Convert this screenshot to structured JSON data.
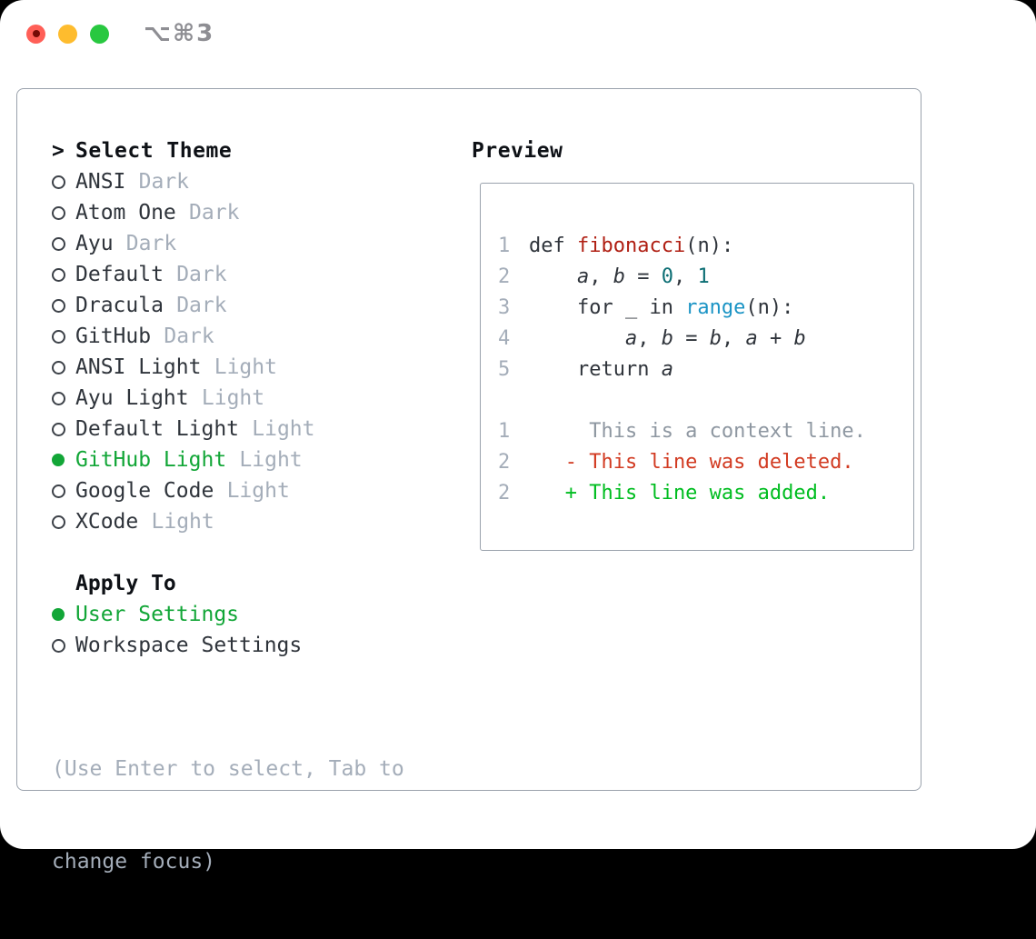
{
  "window": {
    "shortcut": "⌥⌘3",
    "traffic_lights": [
      "close",
      "minimize",
      "zoom"
    ]
  },
  "theme_panel": {
    "title_marker": ">",
    "title": "Select Theme",
    "items": [
      {
        "label": "ANSI",
        "tag": "Dark",
        "selected": false
      },
      {
        "label": "Atom One",
        "tag": "Dark",
        "selected": false
      },
      {
        "label": "Ayu",
        "tag": "Dark",
        "selected": false
      },
      {
        "label": "Default",
        "tag": "Dark",
        "selected": false
      },
      {
        "label": "Dracula",
        "tag": "Dark",
        "selected": false
      },
      {
        "label": "GitHub",
        "tag": "Dark",
        "selected": false
      },
      {
        "label": "ANSI Light",
        "tag": "Light",
        "selected": false
      },
      {
        "label": "Ayu Light",
        "tag": "Light",
        "selected": false
      },
      {
        "label": "Default Light",
        "tag": "Light",
        "selected": false
      },
      {
        "label": "GitHub Light",
        "tag": "Light",
        "selected": true
      },
      {
        "label": "Google Code",
        "tag": "Light",
        "selected": false
      },
      {
        "label": "XCode",
        "tag": "Light",
        "selected": false
      }
    ],
    "apply_to": {
      "title": "Apply To",
      "options": [
        {
          "label": "User Settings",
          "selected": true
        },
        {
          "label": "Workspace Settings",
          "selected": false
        }
      ]
    },
    "hint_lines": [
      "(Use Enter to select, Tab to",
      "change focus)"
    ]
  },
  "preview": {
    "title": "Preview",
    "code_lines": [
      {
        "num": "1",
        "tokens": [
          {
            "t": "def ",
            "c": "fg"
          },
          {
            "t": "fibonacci",
            "c": "func"
          },
          {
            "t": "(n):",
            "c": "fg"
          }
        ]
      },
      {
        "num": "2",
        "tokens": [
          {
            "t": "    ",
            "c": "fg"
          },
          {
            "t": "a",
            "c": "var"
          },
          {
            "t": ", ",
            "c": "fg"
          },
          {
            "t": "b",
            "c": "var"
          },
          {
            "t": " = ",
            "c": "fg"
          },
          {
            "t": "0",
            "c": "num"
          },
          {
            "t": ", ",
            "c": "fg"
          },
          {
            "t": "1",
            "c": "num"
          }
        ]
      },
      {
        "num": "3",
        "tokens": [
          {
            "t": "    for _ in ",
            "c": "fg"
          },
          {
            "t": "range",
            "c": "builtin"
          },
          {
            "t": "(n):",
            "c": "fg"
          }
        ]
      },
      {
        "num": "4",
        "tokens": [
          {
            "t": "        ",
            "c": "fg"
          },
          {
            "t": "a",
            "c": "var"
          },
          {
            "t": ", ",
            "c": "fg"
          },
          {
            "t": "b",
            "c": "var"
          },
          {
            "t": " = ",
            "c": "fg"
          },
          {
            "t": "b",
            "c": "var"
          },
          {
            "t": ", ",
            "c": "fg"
          },
          {
            "t": "a",
            "c": "var"
          },
          {
            "t": " + ",
            "c": "fg"
          },
          {
            "t": "b",
            "c": "var"
          }
        ]
      },
      {
        "num": "5",
        "tokens": [
          {
            "t": "    return ",
            "c": "fg"
          },
          {
            "t": "a",
            "c": "var"
          }
        ]
      },
      {
        "num": "",
        "tokens": []
      },
      {
        "num": "1",
        "tokens": [
          {
            "t": "     This is a context line.",
            "c": "context"
          }
        ]
      },
      {
        "num": "2",
        "tokens": [
          {
            "t": "   - This line was deleted.",
            "c": "deleted"
          }
        ]
      },
      {
        "num": "2",
        "tokens": [
          {
            "t": "   + This line was added.",
            "c": "added"
          }
        ]
      }
    ]
  },
  "colors": {
    "fg": "#2f343b",
    "heading": "#0e1116",
    "muted": "#a4adb9",
    "context": "#8e97a1",
    "func": "#b01f13",
    "deleted": "#d23b22",
    "added": "#00bd20",
    "selected": "#12a637",
    "builtin": "#1b94c5",
    "number": "#0c6e74",
    "border": "#9aa2ac",
    "ring": "#3c4148",
    "titlebar_text": "#8e8e93",
    "light_red": "#ff5f57",
    "light_red_dot": "#750b06",
    "light_yellow": "#febc2e",
    "light_green": "#28c840"
  }
}
